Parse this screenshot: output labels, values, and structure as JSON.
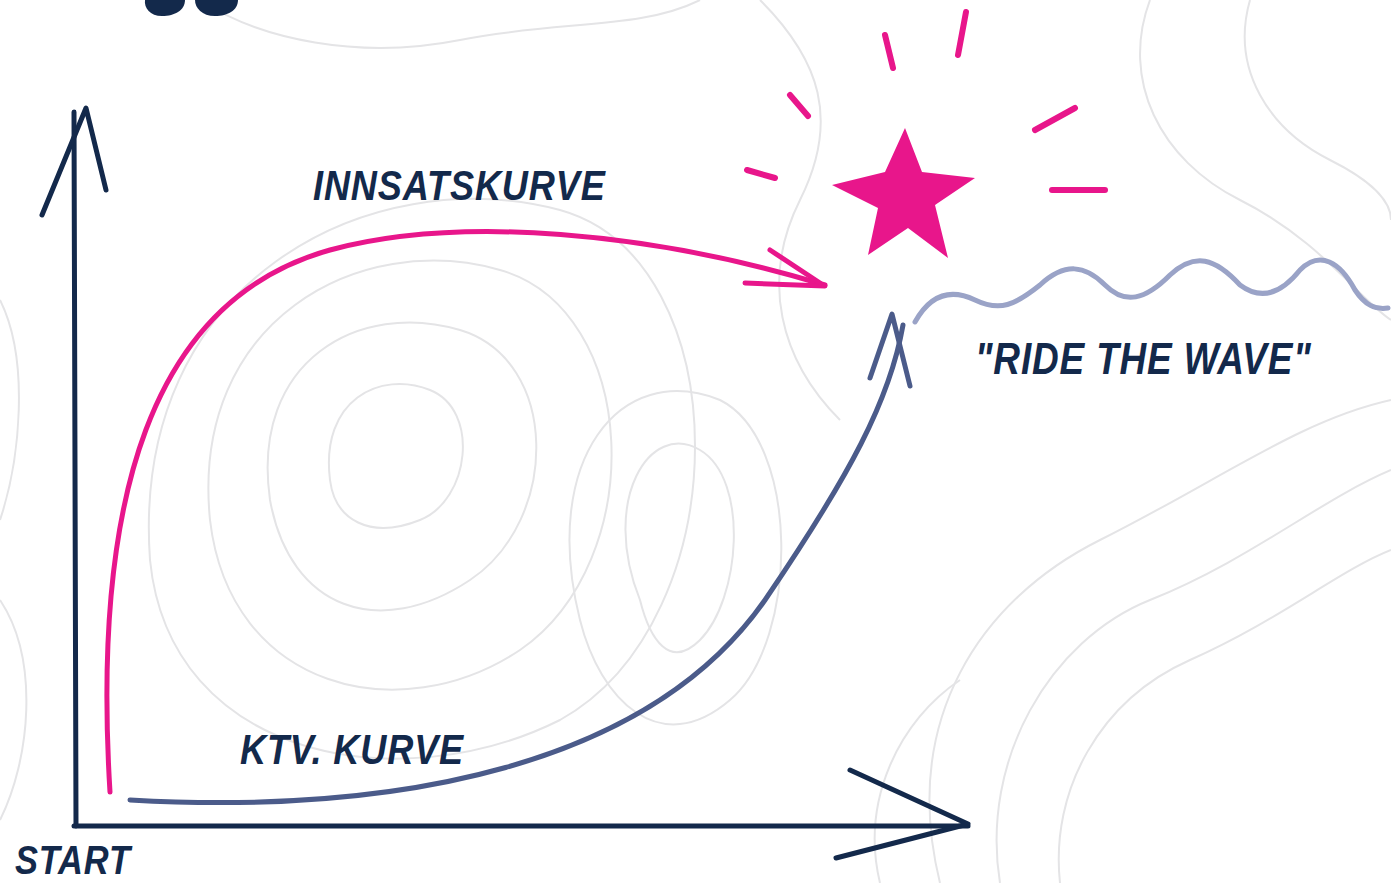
{
  "diagram": {
    "labels": [
      "INNSATSKURVE",
      "KTV. KURVE",
      "\"RIDE THE WAVE\"",
      "START"
    ]
  }
}
